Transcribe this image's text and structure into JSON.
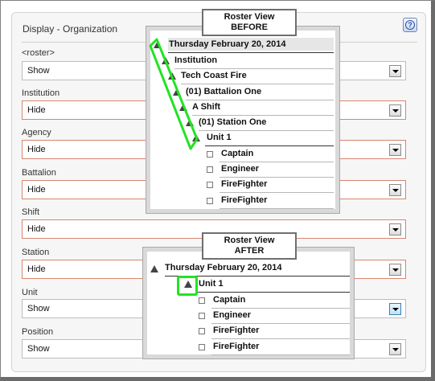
{
  "panel": {
    "title": "Display - Organization",
    "help_glyph": "?"
  },
  "fields": [
    {
      "label": "<roster>",
      "value": "Show",
      "warn": false,
      "arrow_blue": false
    },
    {
      "label": "Institution",
      "value": "Hide",
      "warn": true,
      "arrow_blue": false
    },
    {
      "label": "Agency",
      "value": "Hide",
      "warn": true,
      "arrow_blue": false
    },
    {
      "label": "Battalion",
      "value": "Hide",
      "warn": true,
      "arrow_blue": false
    },
    {
      "label": "Shift",
      "value": "Hide",
      "warn": true,
      "arrow_blue": false
    },
    {
      "label": "Station",
      "value": "Hide",
      "warn": true,
      "arrow_blue": false
    },
    {
      "label": "Unit",
      "value": "Show",
      "warn": false,
      "arrow_blue": true
    },
    {
      "label": "Position",
      "value": "Show",
      "warn": false,
      "arrow_blue": false
    }
  ],
  "before": {
    "title_line1": "Roster View",
    "title_line2": "BEFORE",
    "date": "Thursday February 20, 2014",
    "nodes": [
      "Institution",
      "Tech Coast Fire",
      "(01) Battalion One",
      "A Shift",
      "(01) Station One",
      "Unit 1"
    ],
    "positions": [
      "Captain",
      "Engineer",
      "FireFighter",
      "FireFighter"
    ]
  },
  "after": {
    "title_line1": "Roster View",
    "title_line2": "AFTER",
    "date": "Thursday February 20, 2014",
    "unit": "Unit 1",
    "positions": [
      "Captain",
      "Engineer",
      "FireFighter",
      "FireFighter"
    ]
  },
  "colors": {
    "highlight": "#22e322",
    "warn_border": "#d7866e"
  }
}
